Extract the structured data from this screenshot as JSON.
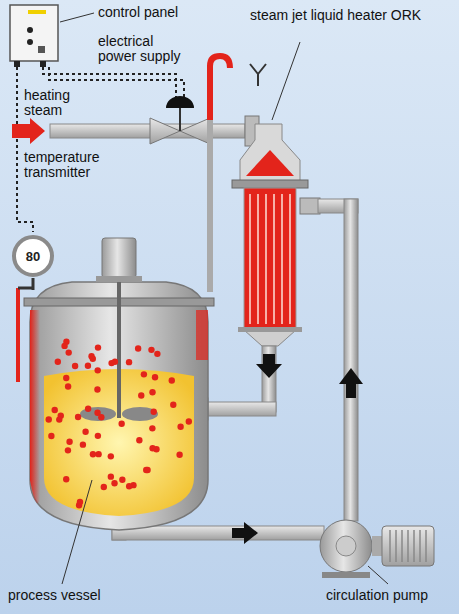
{
  "diagram": {
    "nodes": [
      {
        "text": [
          "80"
        ]
      }
    ],
    "labels": [
      "control panel",
      "electrical power supply",
      "heating steam",
      "temperature transmitter",
      "steam jet liquid heater ORK",
      "process vessel",
      "circulation pump"
    ]
  }
}
